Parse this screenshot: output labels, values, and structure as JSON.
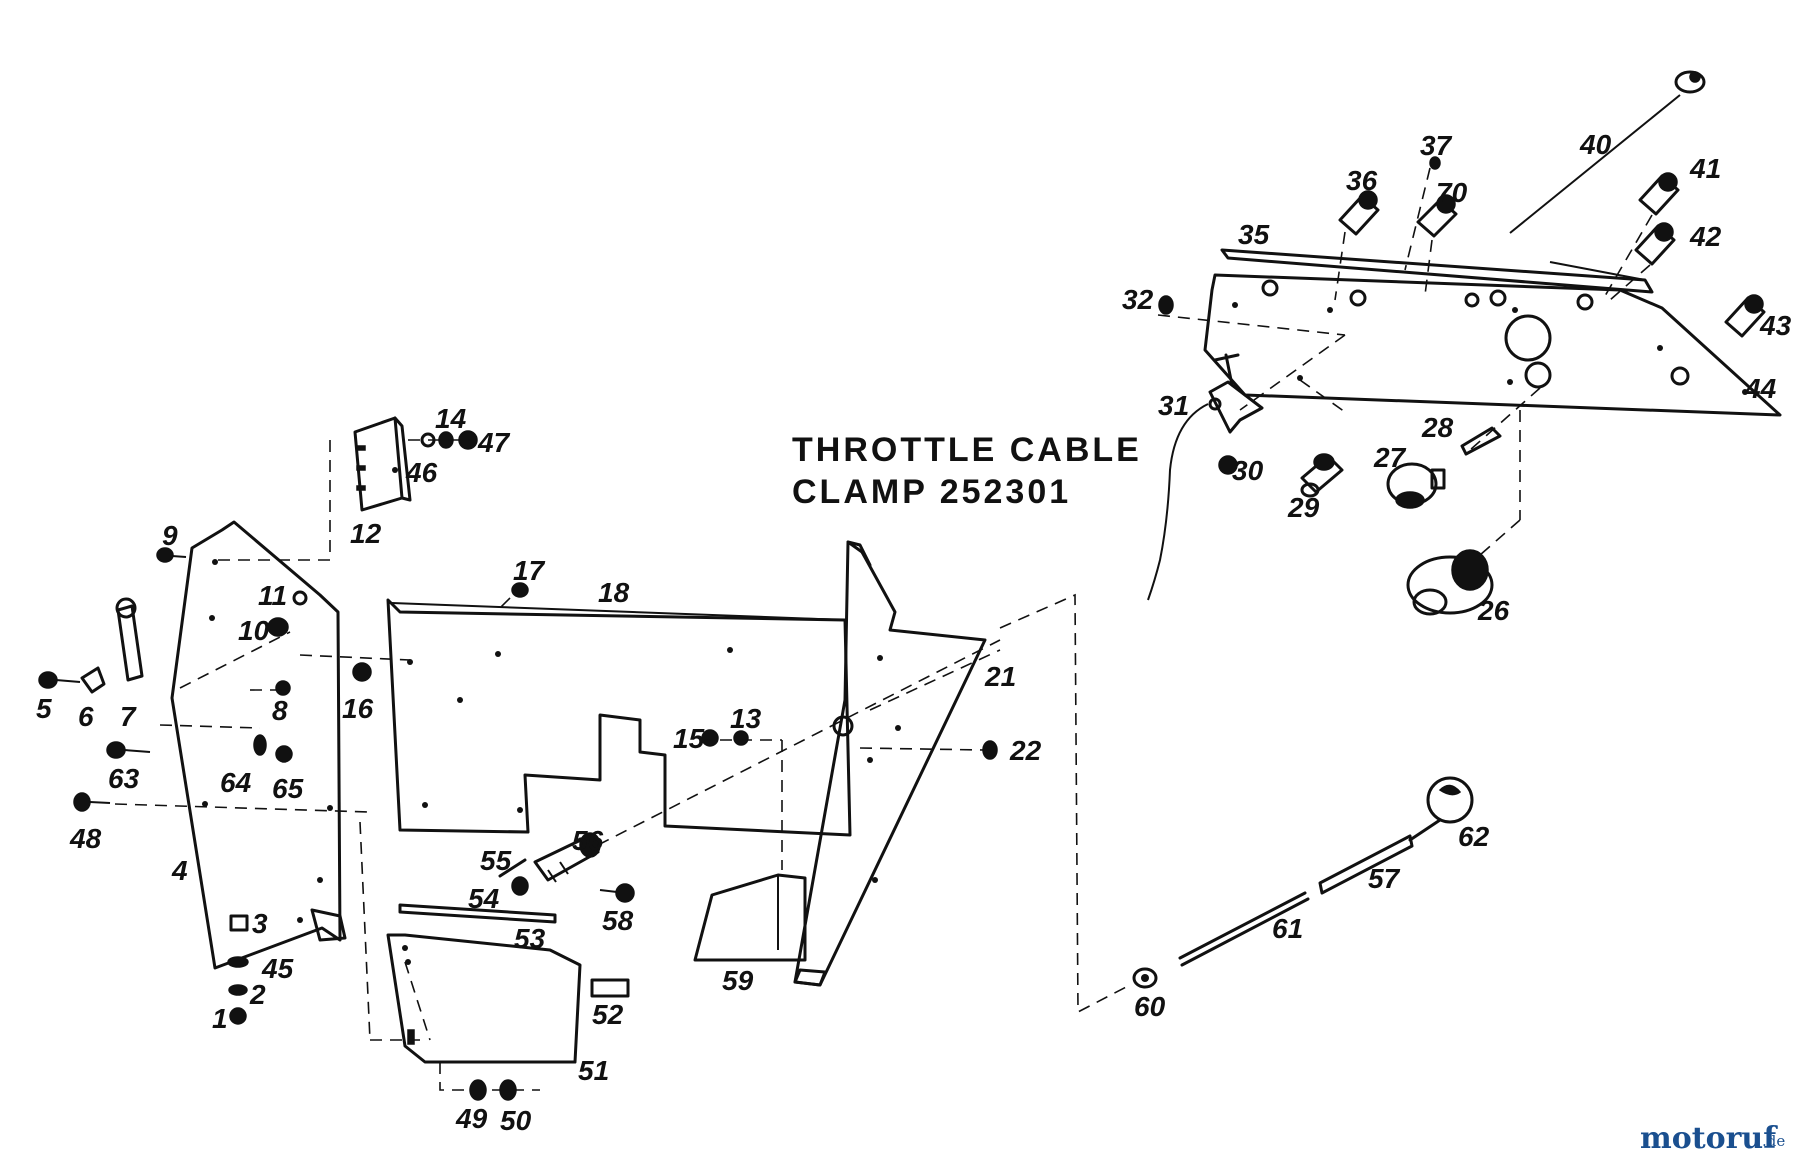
{
  "caption": {
    "line1": "THROTTLE CABLE",
    "line2": "CLAMP 252301"
  },
  "watermark": {
    "name": "motoruf",
    "tld": ".de",
    "brand_color": "#1a4f8f"
  },
  "part_labels": [
    {
      "id": "1",
      "text": "1"
    },
    {
      "id": "2",
      "text": "2"
    },
    {
      "id": "3",
      "text": "3"
    },
    {
      "id": "4",
      "text": "4"
    },
    {
      "id": "5",
      "text": "5"
    },
    {
      "id": "6",
      "text": "6"
    },
    {
      "id": "7",
      "text": "7"
    },
    {
      "id": "8",
      "text": "8"
    },
    {
      "id": "9",
      "text": "9"
    },
    {
      "id": "10",
      "text": "10"
    },
    {
      "id": "11",
      "text": "11"
    },
    {
      "id": "12",
      "text": "12"
    },
    {
      "id": "13",
      "text": "13"
    },
    {
      "id": "14",
      "text": "14"
    },
    {
      "id": "15",
      "text": "15"
    },
    {
      "id": "16",
      "text": "16"
    },
    {
      "id": "17",
      "text": "17"
    },
    {
      "id": "18",
      "text": "18"
    },
    {
      "id": "21",
      "text": "21"
    },
    {
      "id": "22",
      "text": "22"
    },
    {
      "id": "26",
      "text": "26"
    },
    {
      "id": "27",
      "text": "27"
    },
    {
      "id": "28",
      "text": "28"
    },
    {
      "id": "29",
      "text": "29"
    },
    {
      "id": "30",
      "text": "30"
    },
    {
      "id": "31",
      "text": "31"
    },
    {
      "id": "32",
      "text": "32"
    },
    {
      "id": "35",
      "text": "35"
    },
    {
      "id": "36",
      "text": "36"
    },
    {
      "id": "37",
      "text": "37"
    },
    {
      "id": "40",
      "text": "40"
    },
    {
      "id": "41",
      "text": "41"
    },
    {
      "id": "42",
      "text": "42"
    },
    {
      "id": "43",
      "text": "43"
    },
    {
      "id": "44",
      "text": "44"
    },
    {
      "id": "45",
      "text": "45"
    },
    {
      "id": "46",
      "text": "46"
    },
    {
      "id": "47",
      "text": "47"
    },
    {
      "id": "48",
      "text": "48"
    },
    {
      "id": "49",
      "text": "49"
    },
    {
      "id": "50",
      "text": "50"
    },
    {
      "id": "51",
      "text": "51"
    },
    {
      "id": "52",
      "text": "52"
    },
    {
      "id": "53",
      "text": "53"
    },
    {
      "id": "54",
      "text": "54"
    },
    {
      "id": "55",
      "text": "55"
    },
    {
      "id": "56",
      "text": "56"
    },
    {
      "id": "57",
      "text": "57"
    },
    {
      "id": "58",
      "text": "58"
    },
    {
      "id": "59",
      "text": "59"
    },
    {
      "id": "60",
      "text": "60"
    },
    {
      "id": "61",
      "text": "61"
    },
    {
      "id": "62",
      "text": "62"
    },
    {
      "id": "63",
      "text": "63"
    },
    {
      "id": "64",
      "text": "64"
    },
    {
      "id": "65",
      "text": "65"
    },
    {
      "id": "70",
      "text": "70"
    }
  ]
}
